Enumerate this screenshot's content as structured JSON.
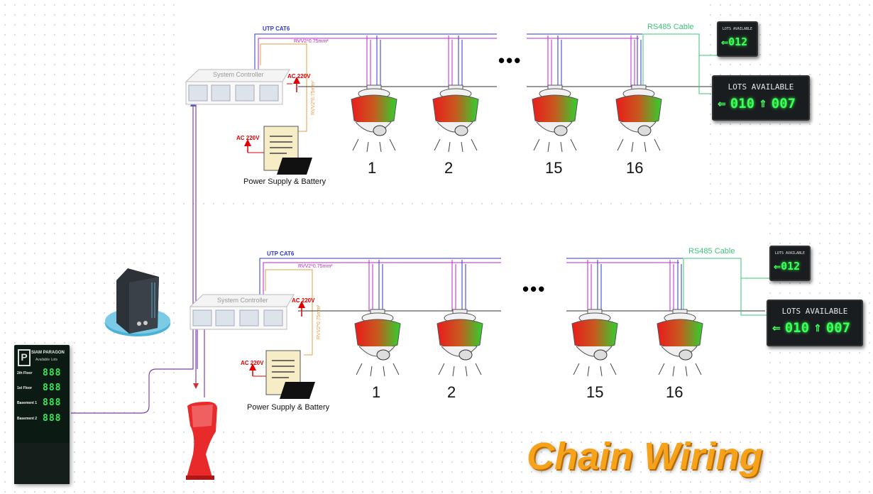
{
  "title": "Chain Wiring",
  "rows": [
    {
      "utp_label": "UTP CAT6",
      "rvv_label": "RVV2*0.75mm²",
      "rvv_vertical_label": "RVV2*0.75mm²",
      "rs485_label": "RS485 Cable",
      "controller_label": "System  Controller",
      "ac_label_controller": "AC 220V",
      "ac_label_psu": "AC 220V",
      "psu_label": "Power Supply & Battery",
      "ellipsis": "•••",
      "sensors": [
        "1",
        "2",
        "15",
        "16"
      ],
      "small_sign": {
        "header": "LOTS AVAILABLE",
        "value": "012"
      },
      "large_sign": {
        "header": "LOTS AVAILABLE",
        "left_value": "010",
        "right_value": "007"
      }
    },
    {
      "utp_label": "UTP CAT6",
      "rvv_label": "RVV2*0.75mm²",
      "rvv_vertical_label": "RVV2*0.75mm²",
      "rs485_label": "RS485 Cable",
      "controller_label": "System  Controller",
      "ac_label_controller": "AC 220V",
      "ac_label_psu": "AC 220V",
      "psu_label": "Power Supply & Battery",
      "ellipsis": "•••",
      "sensors": [
        "1",
        "2",
        "15",
        "16"
      ],
      "small_sign": {
        "header": "LOTS AVAILABLE",
        "value": "012"
      },
      "large_sign": {
        "header": "LOTS AVAILABLE",
        "left_value": "010",
        "right_value": "007"
      }
    }
  ],
  "main_board": {
    "brand": "SIAM PARAGON",
    "subtitle": "Available Lots",
    "floors": [
      {
        "label": "2th Floor",
        "value": "888"
      },
      {
        "label": "1st Floor",
        "value": "888"
      },
      {
        "label": "Basement 1",
        "value": "888"
      },
      {
        "label": "Basement 2",
        "value": "888"
      }
    ]
  },
  "colors": {
    "utp": "#2b36d9",
    "rvv": "#c026d3",
    "rs485": "#3cc47a",
    "power": "#e0a040",
    "ac": "#e00000",
    "trunk": "#7b3fb5",
    "title": "#f7a21b",
    "led": "#3cff5a"
  },
  "icons": [
    "server-icon",
    "kiosk-icon",
    "parking-sensor-icon",
    "power-supply-icon",
    "system-controller-icon",
    "led-sign-icon"
  ]
}
